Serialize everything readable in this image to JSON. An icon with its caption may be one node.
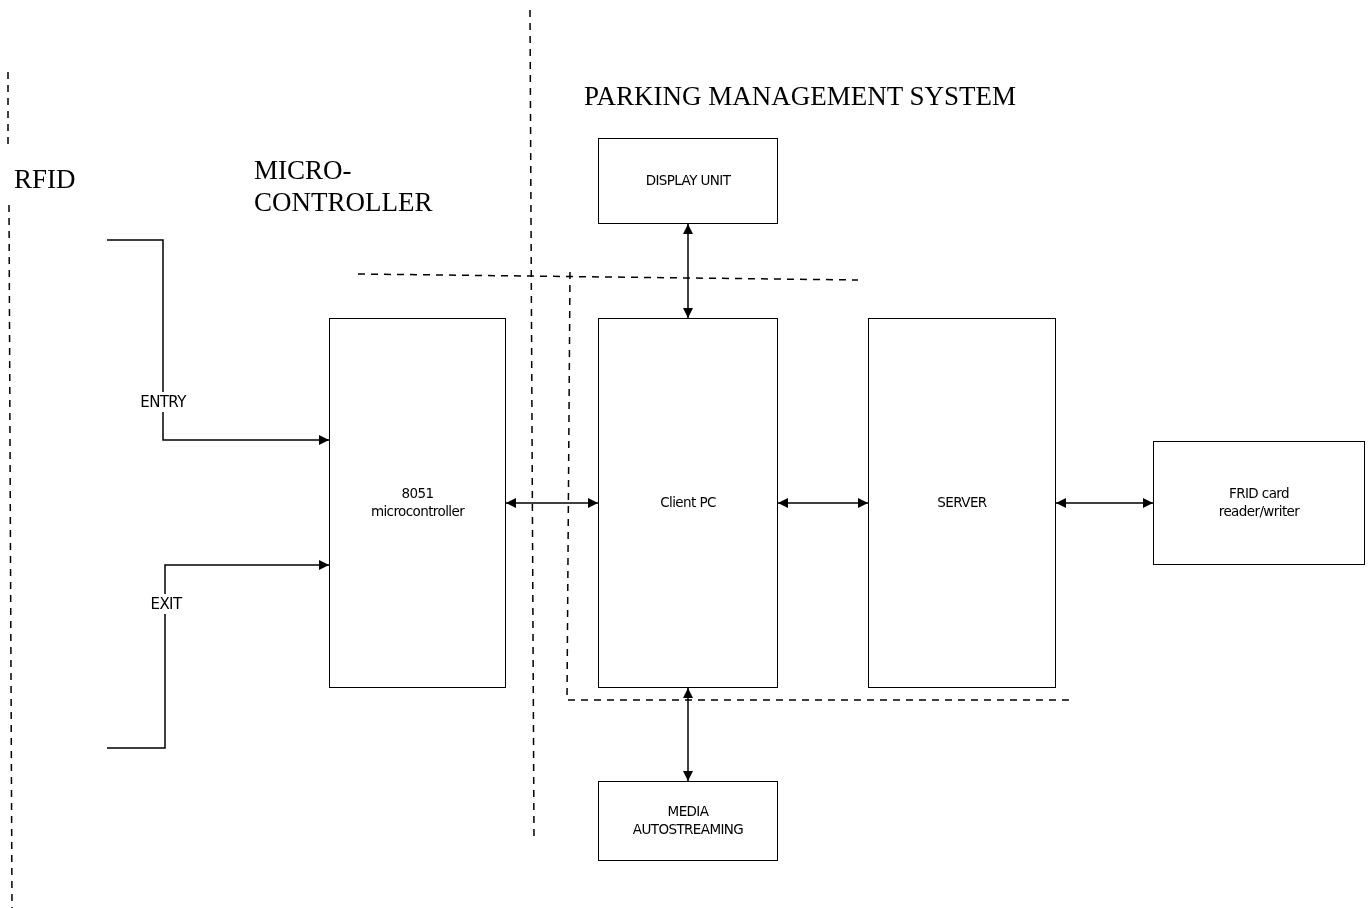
{
  "diagram": {
    "nodes": [
      {
        "text": [
          "DISPLAY UNIT"
        ]
      },
      {
        "text": [
          "8051 microcontroller"
        ]
      },
      {
        "text": [
          "Client PC"
        ]
      },
      {
        "text": [
          "SERVER"
        ]
      },
      {
        "text": [
          "FRID card reader/writer"
        ]
      },
      {
        "text": [
          "MEDIA AUTOSTREAMING"
        ]
      }
    ],
    "edges": [
      {
        "from": null,
        "to": 1,
        "arrow": "to",
        "label": "ENTRY"
      },
      {
        "from": null,
        "to": 1,
        "arrow": "to",
        "label": "EXIT"
      },
      {
        "from": 1,
        "to": 2,
        "arrow": "both"
      },
      {
        "from": 0,
        "to": 2,
        "arrow": "both"
      },
      {
        "from": 2,
        "to": 3,
        "arrow": "both"
      },
      {
        "from": 3,
        "to": 4,
        "arrow": "both"
      },
      {
        "from": 2,
        "to": 5,
        "arrow": "both"
      }
    ],
    "labels": [
      "PARKING MANAGEMENT SYSTEM",
      "RFID",
      "MICRO- CONTROLLER"
    ]
  }
}
